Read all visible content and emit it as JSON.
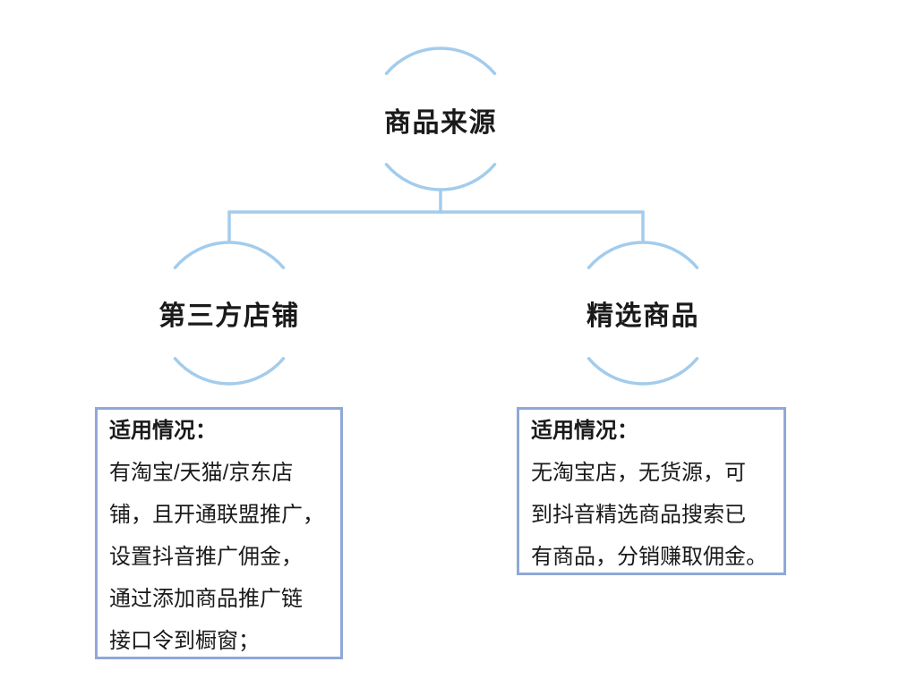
{
  "diagram": {
    "root_label": "商品来源",
    "left_node_label": "第三方店铺",
    "right_node_label": "精选商品"
  },
  "boxes": {
    "left": {
      "title": "适用情况：",
      "lines": [
        "有淘宝/天猫/京东店",
        "铺，且开通联盟推广，",
        "设置抖音推广佣金，",
        "通过添加商品推广链",
        "接口令到橱窗；"
      ]
    },
    "right": {
      "title": "适用情况：",
      "lines": [
        "无淘宝店，无货源，可",
        "到抖音精选商品搜索已",
        "有商品，分销赚取佣金。"
      ]
    }
  },
  "colors": {
    "connector": "#A3CCEC",
    "box_border": "#8FA8D8",
    "text": "#1A1A1A",
    "background": "#FFFFFF"
  }
}
